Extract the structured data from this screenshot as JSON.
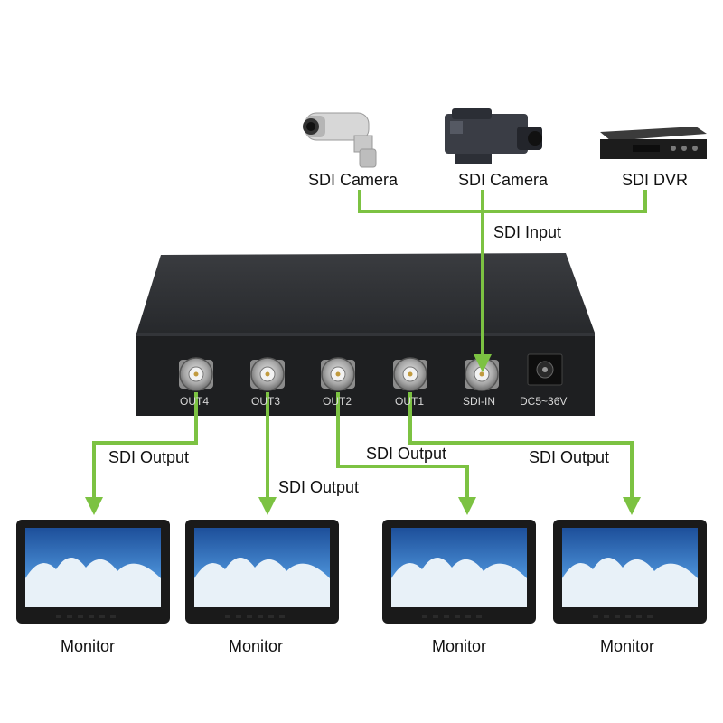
{
  "sources": [
    {
      "label": "SDI Camera",
      "icon": "cctv-camera-icon"
    },
    {
      "label": "SDI Camera",
      "icon": "camcorder-icon"
    },
    {
      "label": "SDI DVR",
      "icon": "dvr-recorder-icon"
    }
  ],
  "input_label": "SDI Input",
  "splitter": {
    "ports": [
      "OUT4",
      "OUT3",
      "OUT2",
      "OUT1",
      "SDI-IN"
    ],
    "power_label": "DC5~36V"
  },
  "outputs": [
    "SDI Output",
    "SDI Output",
    "SDI Output",
    "SDI Output"
  ],
  "monitors": [
    "Monitor",
    "Monitor",
    "Monitor",
    "Monitor"
  ],
  "colors": {
    "line": "#7cc242",
    "box": "#2b2d30",
    "box_front": "#1e1f21",
    "screen_sky": "#2f6db4",
    "bezel": "#1a1a1a"
  }
}
